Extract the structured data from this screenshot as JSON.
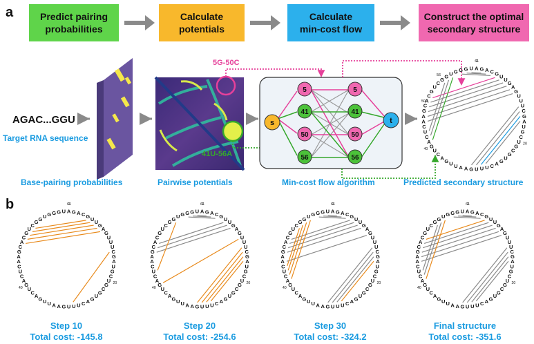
{
  "panel_a_label": "a",
  "panel_b_label": "b",
  "pipeline": [
    {
      "text1": "Predict pairing",
      "text2": "probabilities",
      "color": "#5fd44a"
    },
    {
      "text1": "Calculate",
      "text2": "potentials",
      "color": "#f8b82c"
    },
    {
      "text1": "Calculate",
      "text2": "min-cost flow",
      "color": "#2cb0ec"
    },
    {
      "text1": "Construct the optimal",
      "text2": "secondary structure",
      "color": "#f068b0"
    }
  ],
  "sequence_label": "AGAC...GGU",
  "target_label": "Target RNA sequence",
  "base_pairing_label": "Base-pairing probabilities",
  "pairwise_label": "Pairwise potentials",
  "mincost_label": "Min-cost flow algorithm",
  "predicted_label": "Predicted secondary structure",
  "callout_pink": "5G-50C",
  "callout_green": "41U-56A",
  "flow": {
    "source": "s",
    "sink": "t",
    "left": [
      "5",
      "41",
      "50",
      "56"
    ],
    "right": [
      "5",
      "41",
      "50",
      "56"
    ]
  },
  "colors": {
    "pink": "#e6409a",
    "green": "#36a82c",
    "blue": "#1a9be0",
    "orange": "#e88a1c",
    "gray": "#8a8a8a"
  },
  "sequence": "AGACGUUGAGUUUCGAUGCUGCGUGACUUUGAAUUGACUGACUCAAGCACGUCGGUGGGU",
  "circle_labels": {
    "one": "1",
    "twenty": "20",
    "forty": "40",
    "fifty": "50",
    "fiftysix": "56",
    "sixtyone": "61"
  },
  "steps": [
    {
      "title": "Step 10",
      "cost": "Total cost: -145.8"
    },
    {
      "title": "Step 20",
      "cost": "Total cost: -254.6"
    },
    {
      "title": "Step 30",
      "cost": "Total cost: -324.2"
    },
    {
      "title": "Final structure",
      "cost": "Total cost: -351.6"
    }
  ]
}
